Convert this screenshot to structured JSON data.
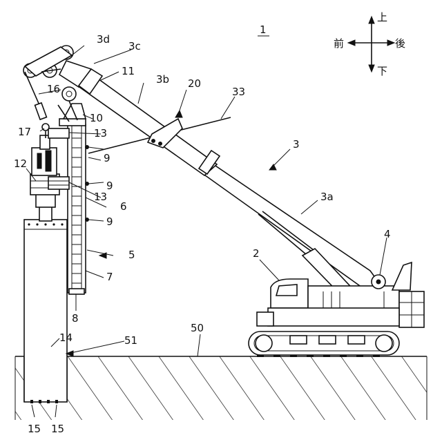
{
  "figure": {
    "number": "1",
    "labels": {
      "l2": "2",
      "l3": "3",
      "l3a": "3a",
      "l3b": "3b",
      "l3c": "3c",
      "l3d": "3d",
      "l4": "4",
      "l5": "5",
      "l6": "6",
      "l7": "7",
      "l8": "8",
      "l9a": "9",
      "l9b": "9",
      "l9c": "9",
      "l10": "10",
      "l11": "11",
      "l12": "12",
      "l13a": "13",
      "l13b": "13",
      "l14": "14",
      "l15a": "15",
      "l15b": "15",
      "l16": "16",
      "l17": "17",
      "l20": "20",
      "l33": "33",
      "l50": "50",
      "l51": "51"
    }
  },
  "compass": {
    "up": "上",
    "down": "下",
    "front": "前",
    "rear": "後"
  }
}
